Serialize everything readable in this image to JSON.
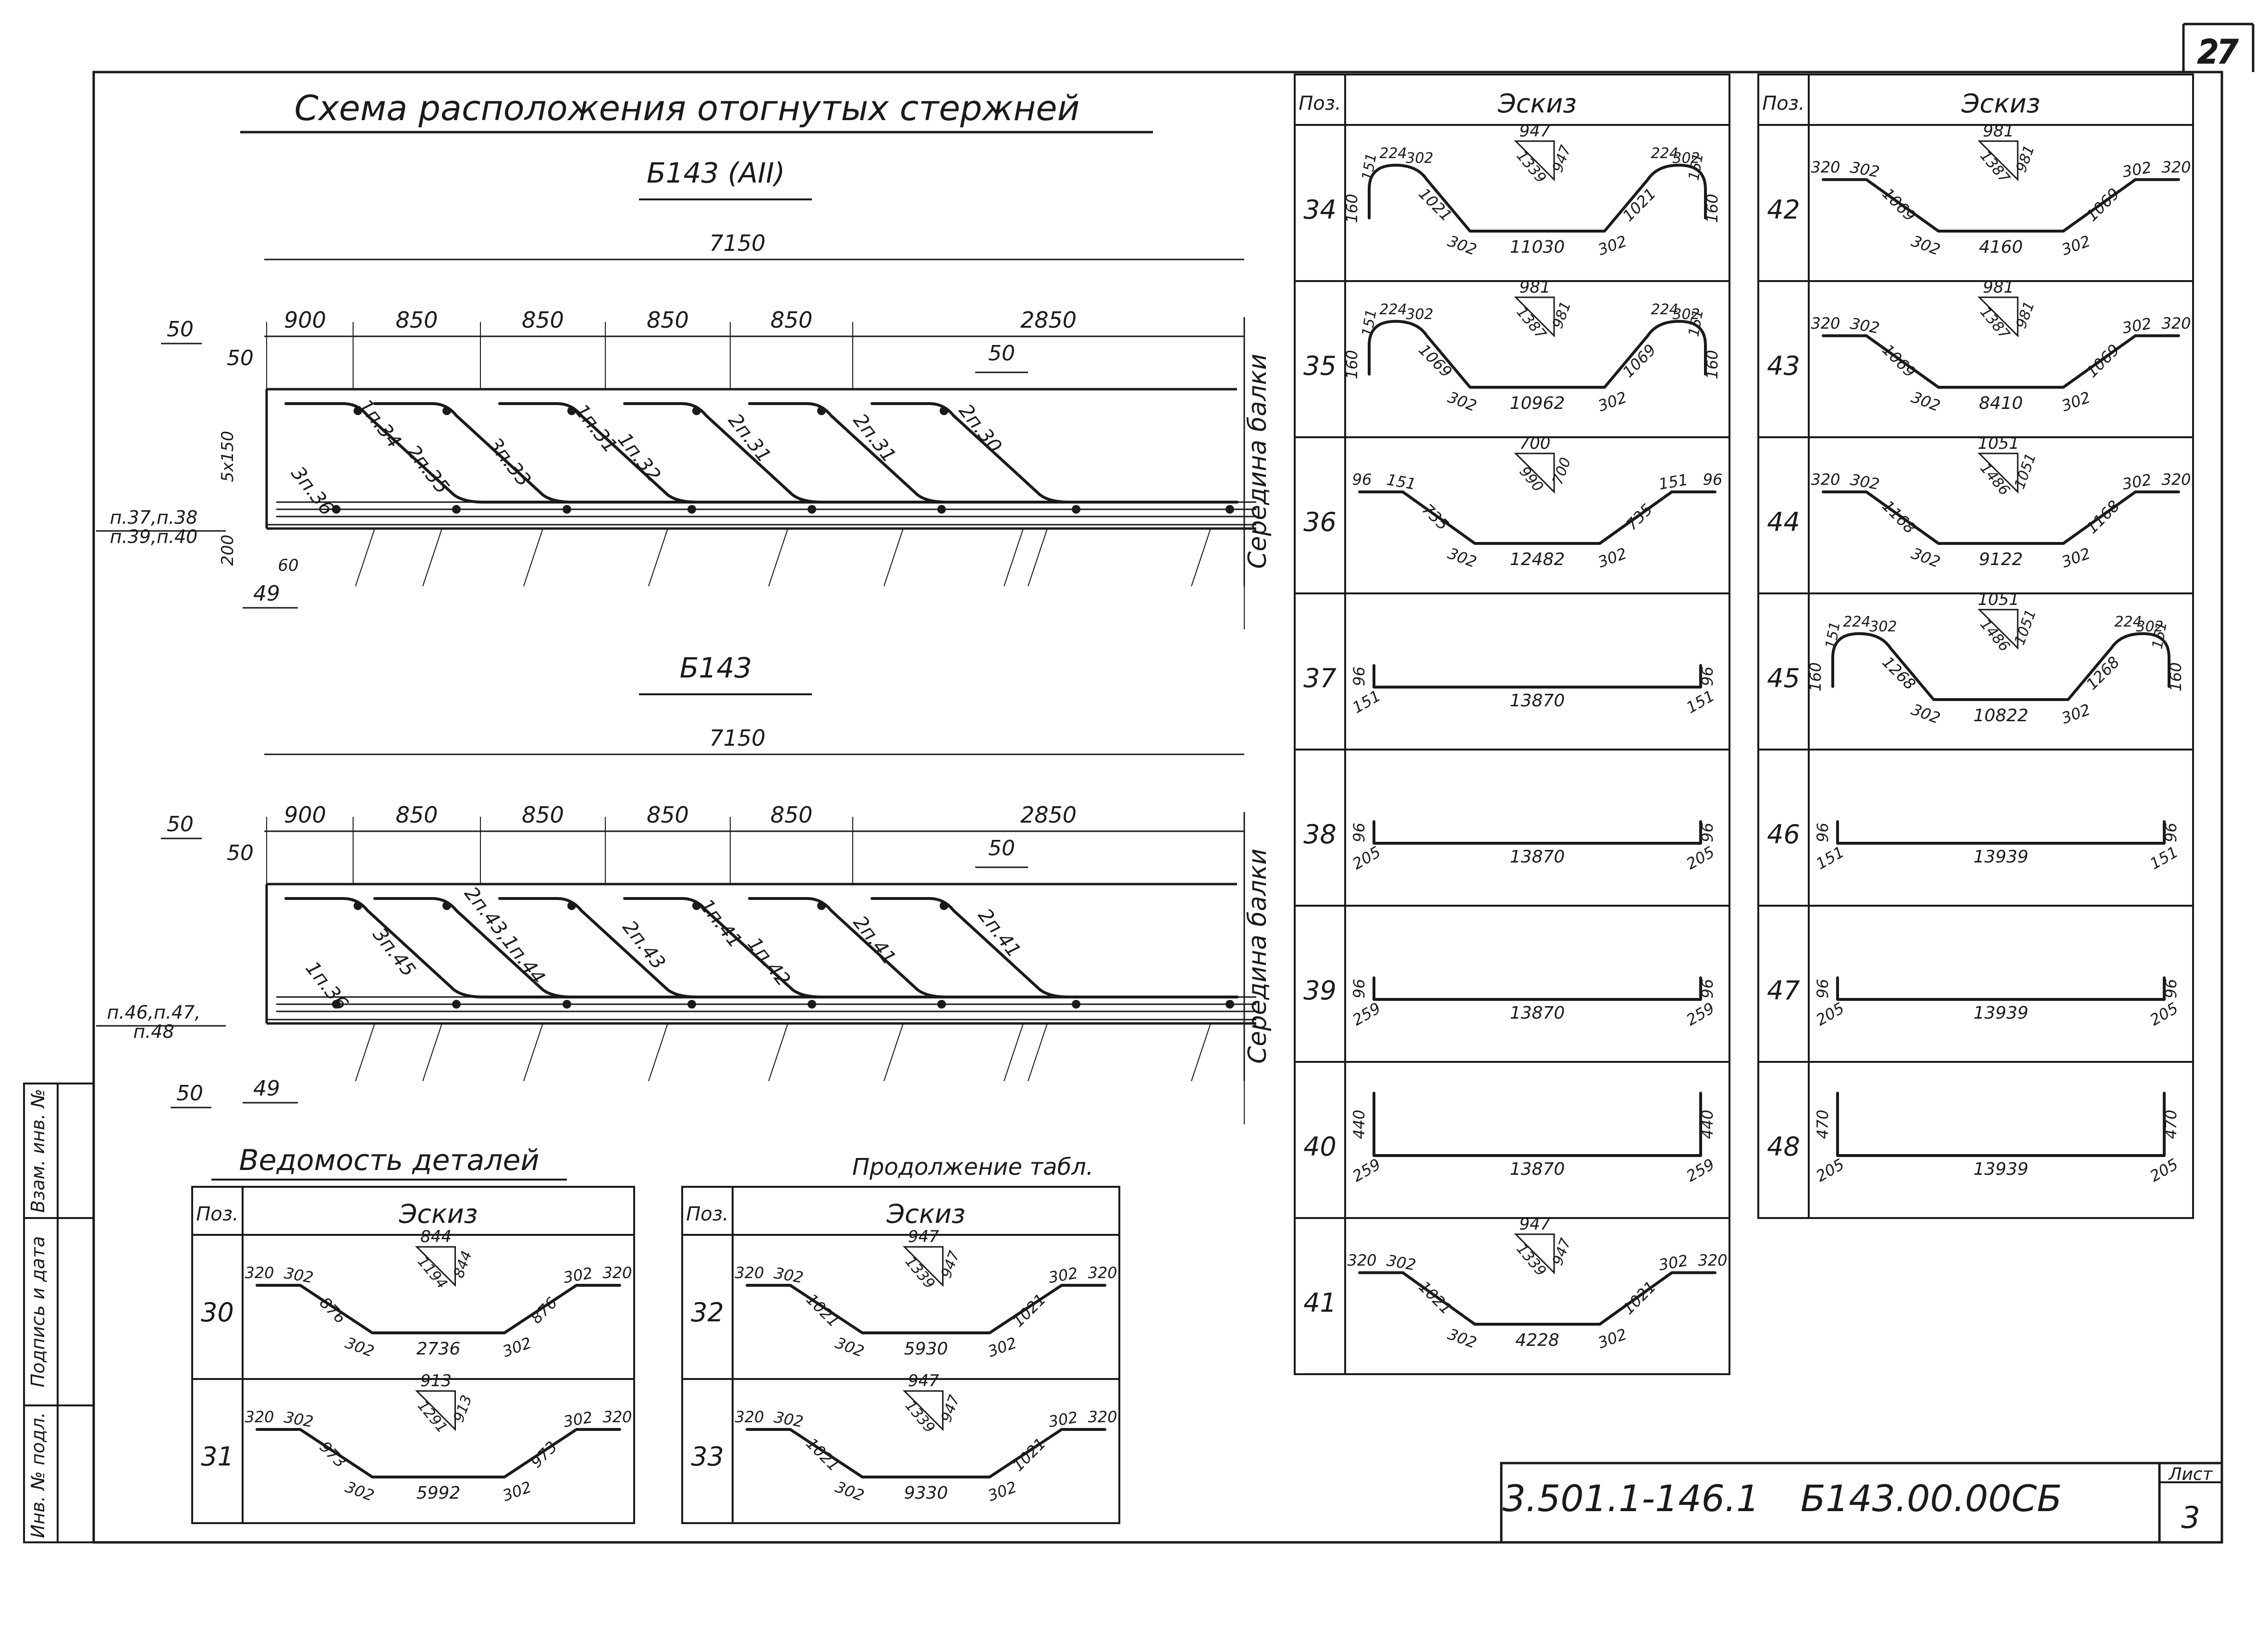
{
  "sheet_no": "27",
  "doc_code": "3.501.1-146.1",
  "doc_mark": "Б143.00.00СБ",
  "list_label": "Лист",
  "list_no": "3",
  "stamp_labels": [
    "Инв. № подл.",
    "Подпись и дата",
    "Взам. инв. №"
  ],
  "scheme": {
    "title": "Схема расположения отогнутых стержней",
    "top_title": "Б143 (АII)",
    "bottom_title": "Б143",
    "overall": "7150",
    "spans_top": [
      "900",
      "850",
      "850",
      "850",
      "850",
      "2850"
    ],
    "spans_bottom": [
      "900",
      "850",
      "850",
      "850",
      "850",
      "2850"
    ],
    "mid_label": "Середина балки",
    "top_labels": {
      "l50a": "50",
      "l50b": "50",
      "l50c": "50",
      "l49": "49",
      "l5x150": "5x150",
      "l200": "200",
      "l60": "60",
      "pos1": "п.37,п.38",
      "pos2": "п.39,п.40",
      "bars": [
        "1п.34",
        "2п.35",
        "3п.33",
        "1п.31",
        "1п.32",
        "2п.31",
        "2п.31",
        "2п.30",
        "3п.36"
      ]
    },
    "bottom_labels": {
      "l50a": "50",
      "l50b": "50",
      "l50c": "50",
      "l50d": "50",
      "l49": "49",
      "pos1": "п.46,п.47,",
      "pos2": "п.48",
      "bars": [
        "3п.45",
        "2п.43,1п.44",
        "2п.43",
        "1п.41",
        "1п.42",
        "2п.41",
        "2п.41",
        "1п.36"
      ]
    }
  },
  "table": {
    "title": "Ведомость деталей",
    "cont": "Продолжение табл.",
    "col_pos": "Поз.",
    "col_sketch": "Эскиз",
    "rows": [
      {
        "pos": "30",
        "t": "844",
        "h": "1194",
        "v": "844",
        "e1": "320",
        "e2": "320",
        "s1": "302",
        "s2": "302",
        "d1": "876",
        "d2": "876",
        "b1": "302",
        "b2": "302",
        "bottom": "2736"
      },
      {
        "pos": "31",
        "t": "913",
        "h": "1291",
        "v": "913",
        "e1": "320",
        "e2": "320",
        "s1": "302",
        "s2": "302",
        "d1": "973",
        "d2": "973",
        "b1": "302",
        "b2": "302",
        "bottom": "5992"
      },
      {
        "pos": "32",
        "t": "947",
        "h": "1339",
        "v": "947",
        "e1": "320",
        "e2": "320",
        "s1": "302",
        "s2": "302",
        "d1": "1021",
        "d2": "1021",
        "b1": "302",
        "b2": "302",
        "bottom": "5930"
      },
      {
        "pos": "33",
        "t": "947",
        "h": "1339",
        "v": "947",
        "e1": "320",
        "e2": "320",
        "s1": "302",
        "s2": "302",
        "d1": "1021",
        "d2": "1021",
        "b1": "302",
        "b2": "302",
        "bottom": "9330"
      },
      {
        "pos": "34",
        "t": "947",
        "h": "1339",
        "v": "947",
        "e1": "151",
        "e2": "151",
        "s1": "224",
        "s2": "224",
        "s3": "302",
        "s4": "302",
        "hk1": "160",
        "hk2": "160",
        "d1": "1021",
        "d2": "1021",
        "b1": "302",
        "b2": "302",
        "bottom": "11030"
      },
      {
        "pos": "35",
        "t": "981",
        "h": "1387",
        "v": "981",
        "e1": "151",
        "e2": "151",
        "s1": "224",
        "s2": "224",
        "s3": "302",
        "s4": "302",
        "hk1": "160",
        "hk2": "160",
        "d1": "1069",
        "d2": "1069",
        "b1": "302",
        "b2": "302",
        "bottom": "10962"
      },
      {
        "pos": "36",
        "t": "700",
        "h": "990",
        "v": "700",
        "e1": "96",
        "e2": "96",
        "s1": "151",
        "s2": "151",
        "d1": "735",
        "d2": "735",
        "b1": "302",
        "b2": "302",
        "bottom": "12482"
      },
      {
        "pos": "37",
        "a": "96",
        "b": "96",
        "c": "151",
        "d": "151",
        "bottom": "13870"
      },
      {
        "pos": "38",
        "a": "96",
        "b": "96",
        "c": "205",
        "d": "205",
        "bottom": "13870"
      },
      {
        "pos": "39",
        "a": "96",
        "b": "96",
        "c": "259",
        "d": "259",
        "bottom": "13870"
      },
      {
        "pos": "40",
        "a": "440",
        "b": "440",
        "c": "259",
        "d": "259",
        "bottom": "13870"
      },
      {
        "pos": "41",
        "t": "947",
        "h": "1339",
        "v": "947",
        "e1": "320",
        "e2": "320",
        "s1": "302",
        "s2": "302",
        "d1": "1021",
        "d2": "1021",
        "b1": "302",
        "b2": "302",
        "bottom": "4228"
      },
      {
        "pos": "42",
        "t": "981",
        "h": "1387",
        "v": "981",
        "e1": "320",
        "e2": "320",
        "s1": "302",
        "s2": "302",
        "d1": "1069",
        "d2": "1069",
        "b1": "302",
        "b2": "302",
        "bottom": "4160"
      },
      {
        "pos": "43",
        "t": "981",
        "h": "1387",
        "v": "981",
        "e1": "320",
        "e2": "320",
        "s1": "302",
        "s2": "302",
        "d1": "1069",
        "d2": "1069",
        "b1": "302",
        "b2": "302",
        "bottom": "8410"
      },
      {
        "pos": "44",
        "t": "1051",
        "h": "1486",
        "v": "1051",
        "e1": "320",
        "e2": "320",
        "s1": "302",
        "s2": "302",
        "d1": "1168",
        "d2": "1168",
        "b1": "302",
        "b2": "302",
        "bottom": "9122"
      },
      {
        "pos": "45",
        "t": "1051",
        "h": "1486",
        "v": "1051",
        "e1": "151",
        "e2": "151",
        "s1": "224",
        "s2": "224",
        "s3": "302",
        "s4": "302",
        "hk1": "160",
        "hk2": "160",
        "d1": "1268",
        "d2": "1268",
        "b1": "302",
        "b2": "302",
        "bottom": "10822"
      },
      {
        "pos": "46",
        "a": "96",
        "b": "96",
        "c": "151",
        "d": "151",
        "bottom": "13939"
      },
      {
        "pos": "47",
        "a": "96",
        "b": "96",
        "c": "205",
        "d": "205",
        "bottom": "13939"
      },
      {
        "pos": "48",
        "a": "470",
        "b": "470",
        "c": "205",
        "d": "205",
        "bottom": "13939"
      }
    ]
  }
}
